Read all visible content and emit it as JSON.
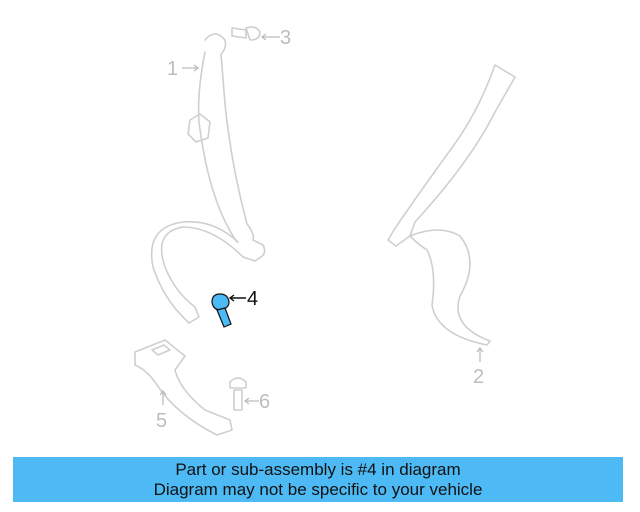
{
  "diagram": {
    "callouts": [
      "1",
      "2",
      "3",
      "4",
      "5",
      "6"
    ],
    "highlighted_part": "4",
    "highlight_color": "#4dbaf5"
  },
  "banner": {
    "line1": "Part or sub-assembly is #4 in diagram",
    "line2": "Diagram may not be specific to your vehicle",
    "color": "#4dbaf5"
  }
}
